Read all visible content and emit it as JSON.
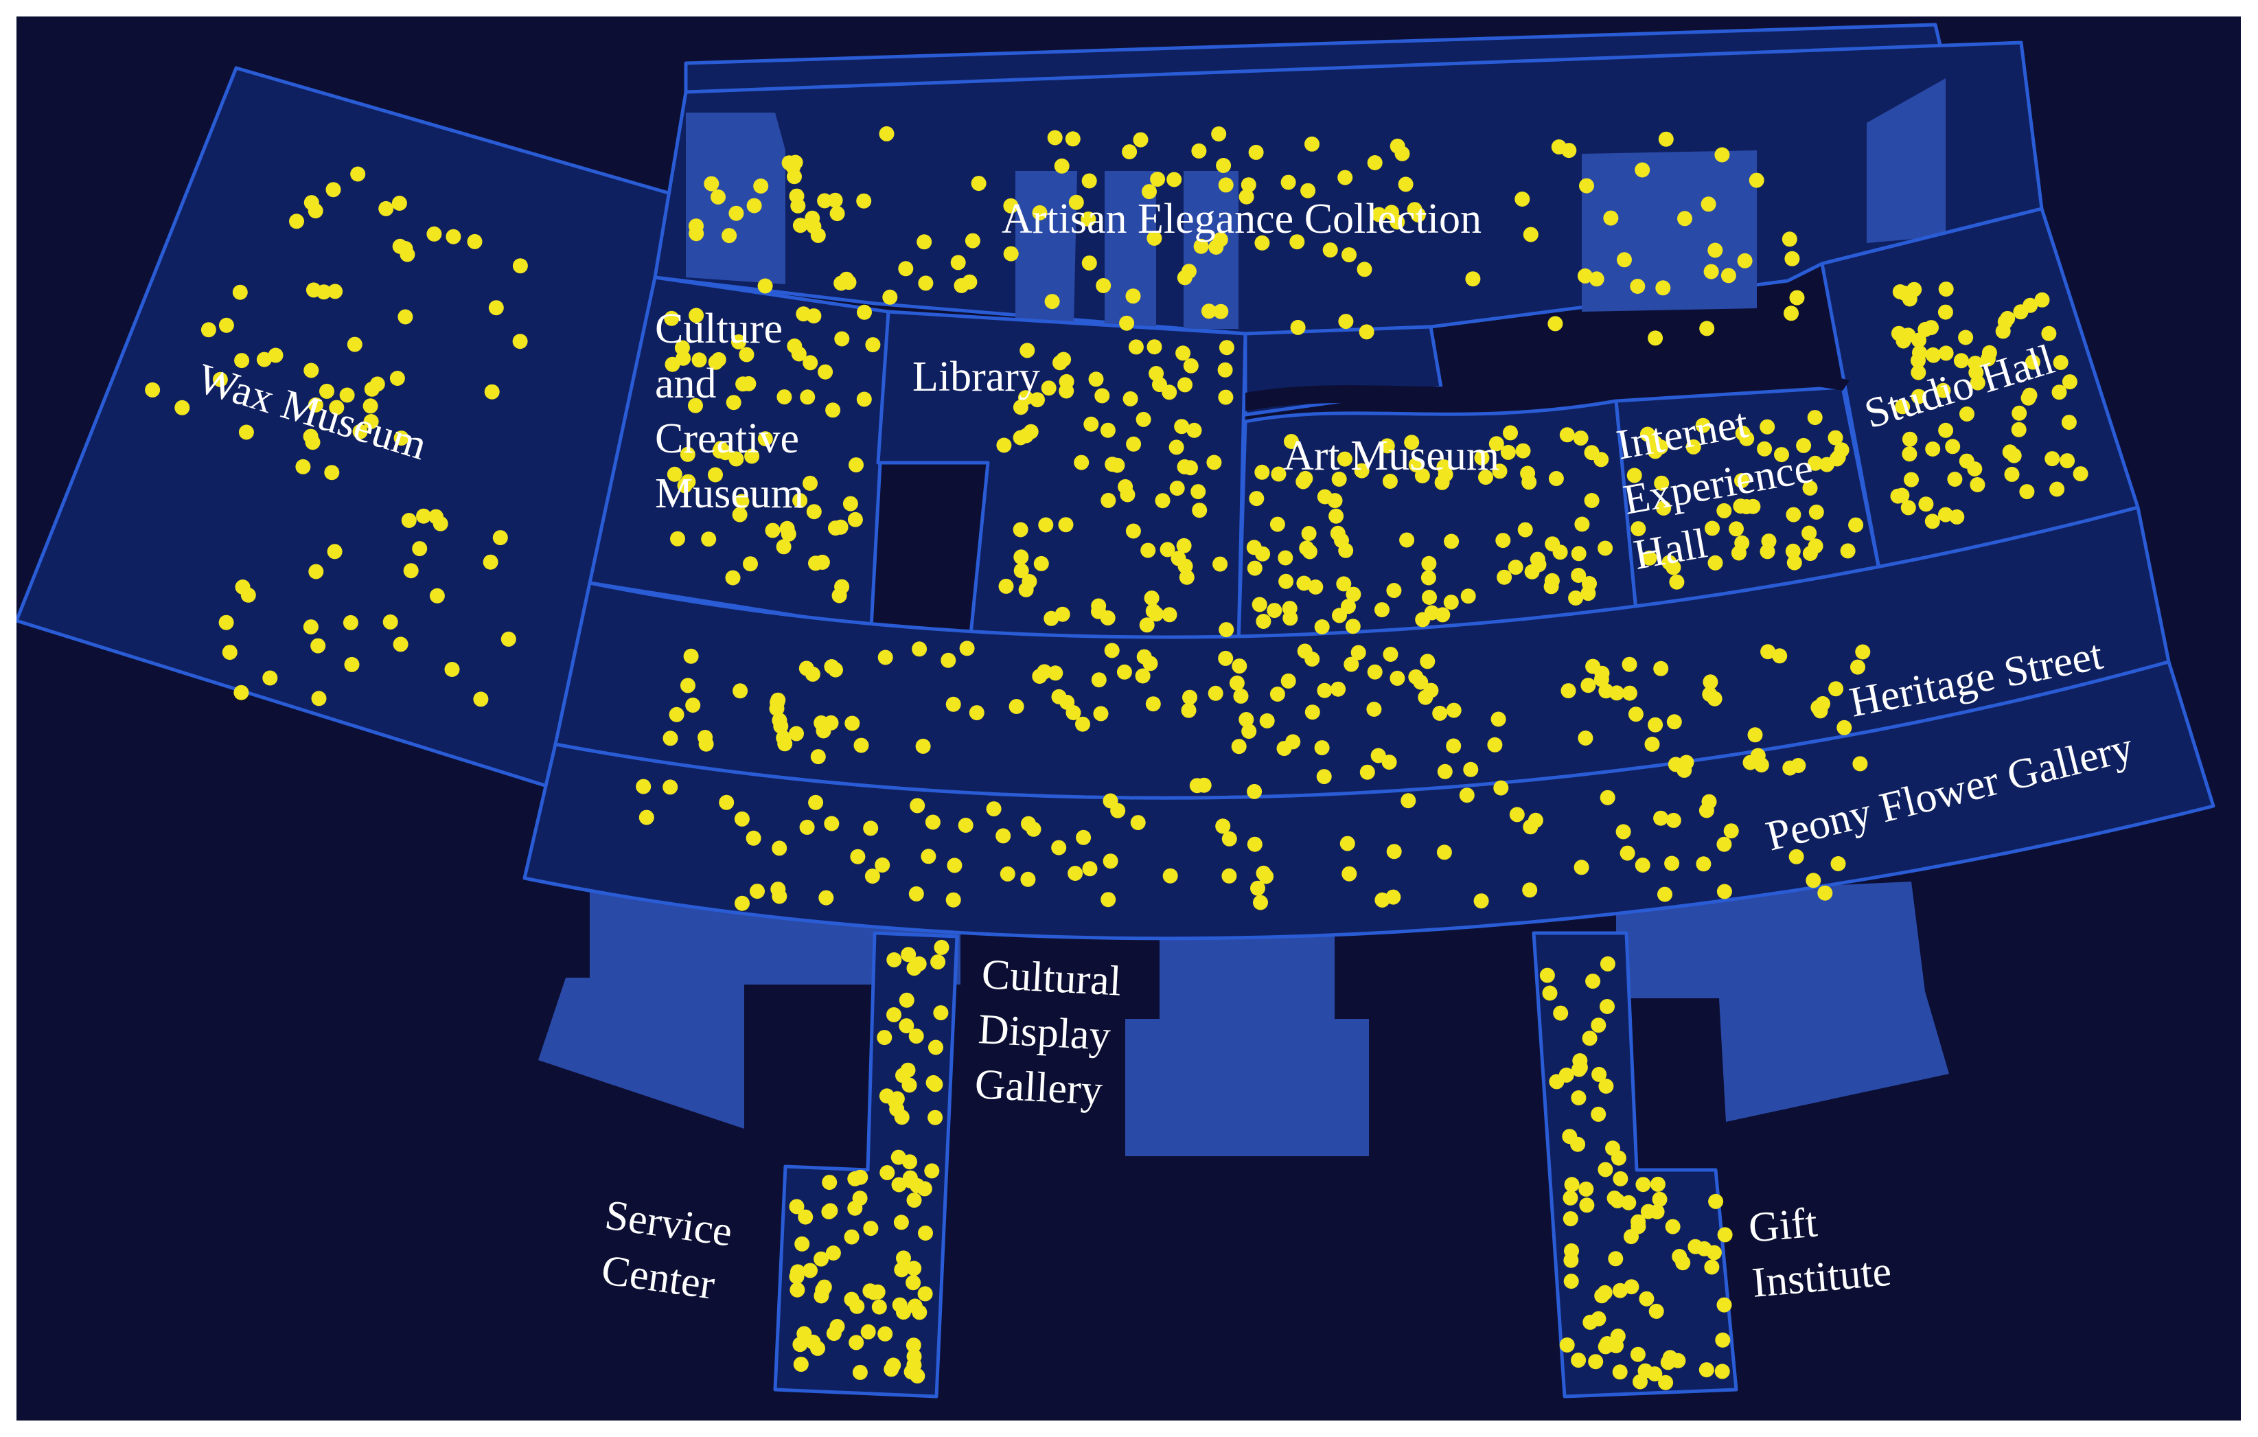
{
  "map": {
    "colors": {
      "background": "#0c0f33",
      "zone_fill": "#0f2060",
      "zone_border": "#2a5cd6",
      "building_fill": "#2a4aa8",
      "visitor_dot": "#f2e61e",
      "label": "#ffffff"
    },
    "labels": {
      "wax_museum": "Wax Museum",
      "artisan": "Artisan Elegance Collection",
      "culture": [
        "Culture",
        "and",
        "Creative",
        "Museum"
      ],
      "library": "Library",
      "art_museum": "Art Museum",
      "internet": [
        "Internet",
        "Experience",
        "Hall"
      ],
      "studio_hall": "Studio Hall",
      "heritage_street": "Heritage Street",
      "peony": "Peony Flower Gallery",
      "cultural_display": [
        "Cultural",
        "Display",
        "Gallery"
      ],
      "service_center": [
        "Service",
        "Center"
      ],
      "gift_institute": [
        "Gift",
        "Institute"
      ]
    }
  }
}
